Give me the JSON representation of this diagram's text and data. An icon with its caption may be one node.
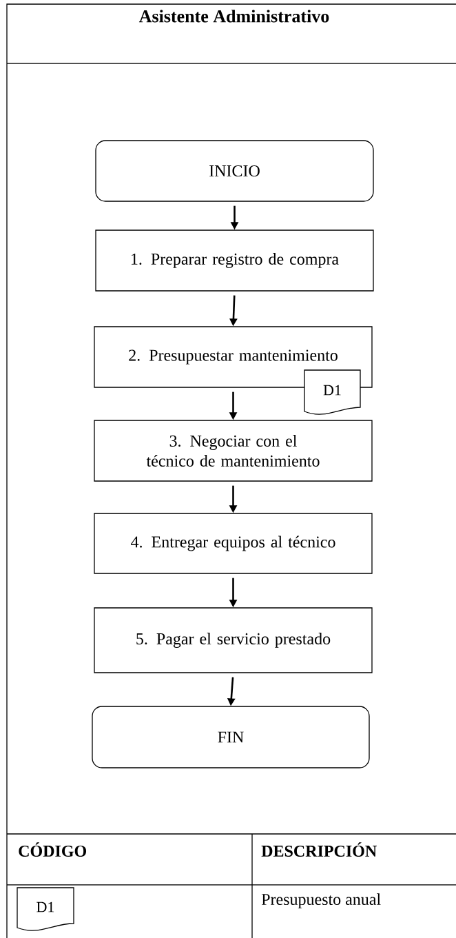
{
  "diagram": {
    "title": "Asistente Administrativo",
    "nodes": [
      {
        "text": [
          "INICIO"
        ]
      },
      {
        "text": [
          "1. Preparar registro de compra"
        ]
      },
      {
        "text": [
          "2. Presupuestar mantenimiento"
        ]
      },
      {
        "text": [
          "3. Negociar con el técnico de mantenimiento"
        ]
      },
      {
        "text": [
          "4. Entregar equipos al técnico"
        ]
      },
      {
        "text": [
          "5. Pagar el servicio prestado"
        ]
      },
      {
        "text": [
          "FIN"
        ]
      },
      {
        "text": [
          "D1"
        ]
      },
      {
        "text": [
          "D1"
        ]
      }
    ],
    "edges": [
      {
        "from": 0,
        "to": 1,
        "arrow": "to"
      },
      {
        "from": 1,
        "to": 2,
        "arrow": "to"
      },
      {
        "from": 2,
        "to": 3,
        "arrow": "to"
      },
      {
        "from": 3,
        "to": 4,
        "arrow": "to"
      },
      {
        "from": 4,
        "to": 5,
        "arrow": "to"
      },
      {
        "from": 5,
        "to": 6,
        "arrow": "to"
      }
    ],
    "labels": [
      "CÓDIGO",
      "DESCRIPCIÓN",
      "Presupuesto anual"
    ]
  }
}
